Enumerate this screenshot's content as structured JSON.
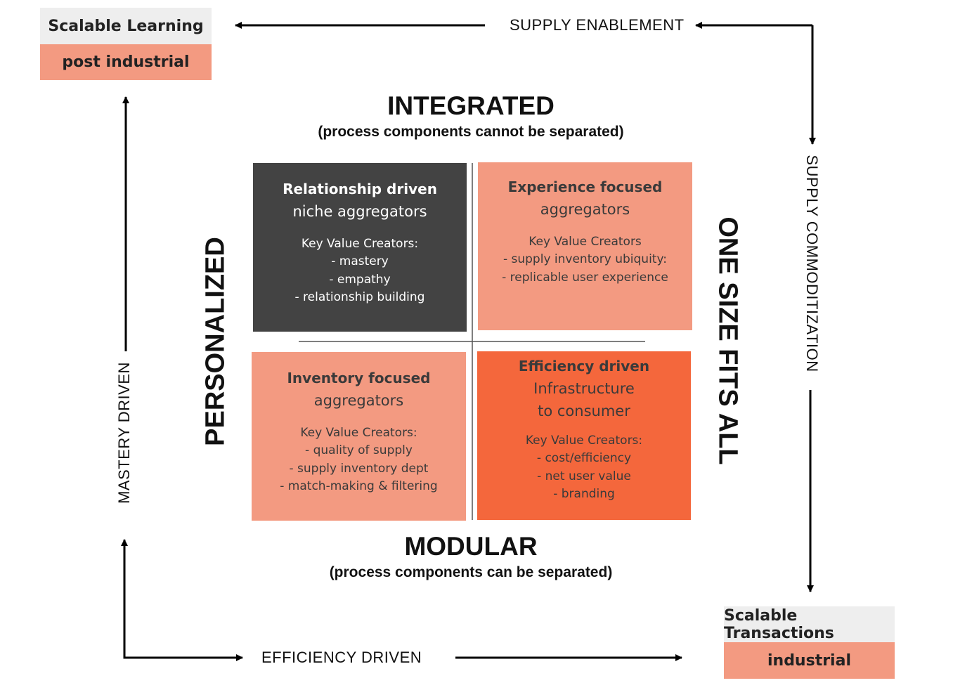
{
  "corners": {
    "top_left": {
      "title": "Scalable Learning",
      "subtitle": "post industrial"
    },
    "bottom_right": {
      "title": "Scalable Transactions",
      "subtitle": "industrial"
    }
  },
  "flows": {
    "top": "SUPPLY ENABLEMENT",
    "right": "SUPPLY COMMODITIZATION",
    "bottom": "EFFICIENCY DRIVEN",
    "left": "MASTERY DRIVEN"
  },
  "axes": {
    "top_title": "INTEGRATED",
    "top_subtitle": "(process components cannot be separated)",
    "bottom_title": "MODULAR",
    "bottom_subtitle": "(process components can be separated)",
    "left_title": "PERSONALIZED",
    "right_title": "ONE SIZE FITS ALL"
  },
  "quadrants": [
    {
      "title": "Relationship driven",
      "subtitle_lines": [
        "niche aggregators"
      ],
      "kvc_label": "Key Value Creators:",
      "items": [
        "-  mastery",
        "-  empathy",
        "-  relationship building"
      ]
    },
    {
      "title": "Experience focused",
      "subtitle_lines": [
        "aggregators"
      ],
      "kvc_label": "Key Value Creators",
      "items": [
        "-  supply inventory ubiquity:",
        "-  replicable user experience"
      ]
    },
    {
      "title": "Inventory focused",
      "subtitle_lines": [
        "aggregators"
      ],
      "kvc_label": "Key Value Creators:",
      "items": [
        "-  quality of supply",
        "-  supply inventory dept",
        "-  match-making & filtering"
      ]
    },
    {
      "title": "Efficiency driven",
      "subtitle_lines": [
        "Infrastructure",
        "to consumer"
      ],
      "kvc_label": "Key Value Creators:",
      "items": [
        "-  cost/efficiency",
        "-  net user value",
        "-  branding"
      ]
    }
  ],
  "colors": {
    "dark_quadrant": "#434343",
    "light_quadrant": "#f39a81",
    "orange_quadrant": "#f4673c",
    "corner_header": "#eeeeee"
  }
}
